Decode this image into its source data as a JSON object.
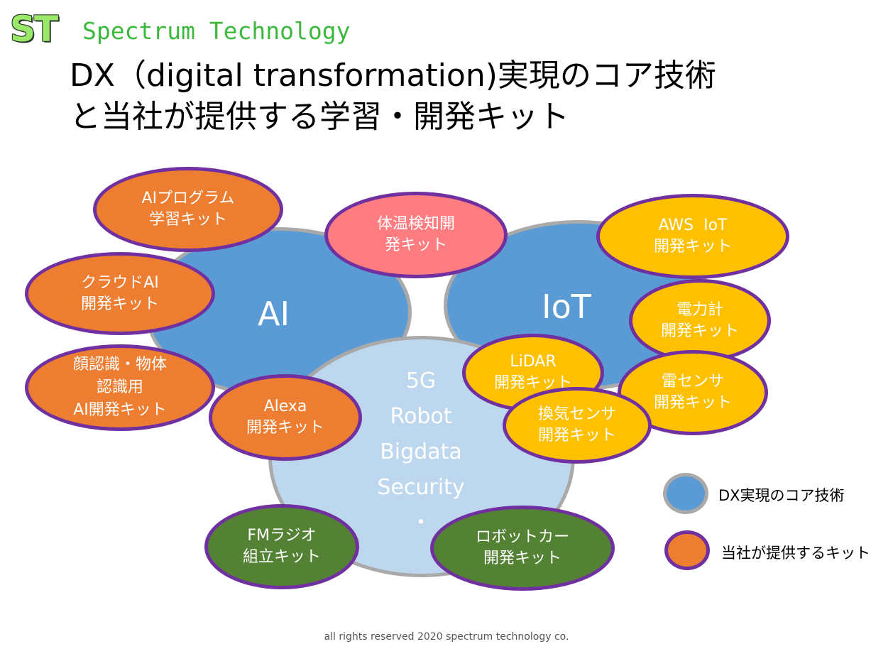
{
  "header": {
    "logo_mark": "ST",
    "logo_text": "Spectrum Technology",
    "title_line1": "DX（digital transformation)実現のコア技術",
    "title_line2": "と当社が提供する学習・開発キット"
  },
  "core": {
    "ai": "AI",
    "iot": "IoT",
    "center": [
      "5G",
      "Robot",
      "Bigdata",
      "Security",
      "・"
    ]
  },
  "kits": {
    "ai_program": [
      "AIプログラム",
      "学習キット"
    ],
    "cloud_ai": [
      "クラウドAI",
      "開発キット"
    ],
    "face_recog": [
      "顔認識・物体",
      "認識用",
      "AI開発キット"
    ],
    "alexa": [
      "Alexa",
      "開発キット"
    ],
    "body_temp": [
      "体温検知開",
      "発キット"
    ],
    "aws_iot": [
      "AWS  IoT",
      "開発キット"
    ],
    "power_meter": [
      "電力計",
      "開発キット"
    ],
    "lidar": [
      "LiDAR",
      "開発キット"
    ],
    "thunder_sensor": [
      "雷センサ",
      "開発キット"
    ],
    "vent_sensor": [
      "換気センサ",
      "開発キット"
    ],
    "fm_radio": [
      "FMラジオ",
      "組立キット"
    ],
    "robot_car": [
      "ロボットカー",
      "開発キット"
    ]
  },
  "legend": {
    "core_label": "DX実現のコア技術",
    "kit_label": "当社が提供するキット"
  },
  "colors": {
    "core_blue": "#5b9bd5",
    "core_light": "#bdd7ee",
    "core_border": "#a9a9a9",
    "kit_orange": "#ed7d31",
    "kit_yellow": "#ffc000",
    "kit_pink": "#ff7c80",
    "kit_green": "#548235",
    "kit_border": "#7030a0"
  },
  "footer": "all rights reserved 2020 spectrum technology co."
}
